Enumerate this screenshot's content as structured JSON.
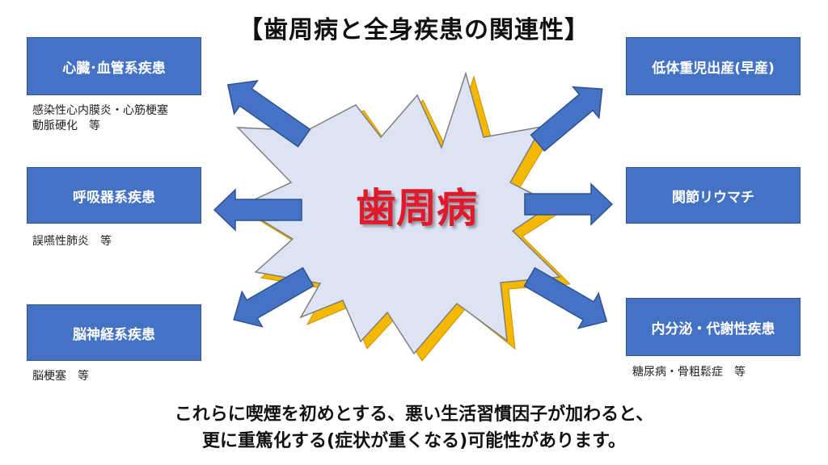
{
  "title": "【歯周病と全身疾患の関連性】",
  "center": "歯周病",
  "left_boxes": [
    {
      "label": "心臓･血管系疾患",
      "note": "感染性心内膜炎・心筋梗塞\n動脈硬化　等"
    },
    {
      "label": "呼吸器系疾患",
      "note": "誤嚥性肺炎　等"
    },
    {
      "label": "脳神経系疾患",
      "note": "脳梗塞　等"
    }
  ],
  "right_boxes": [
    {
      "label": "低体重児出産(早産)"
    },
    {
      "label": "関節リウマチ"
    },
    {
      "label": "内分泌・代謝性疾患",
      "note": "糖尿病・骨粗鬆症　等"
    }
  ],
  "footer_lines": [
    "これらに喫煙を初めとする、悪い生活習慣因子が加わると、",
    "更に重篤化する(症状が重くなる)可能性があります。"
  ],
  "colors": {
    "box_fill": "#4472c4",
    "burst_fill": "#dde3f2",
    "burst_shadow": "#f5b800",
    "center_text": "#e0192b"
  }
}
